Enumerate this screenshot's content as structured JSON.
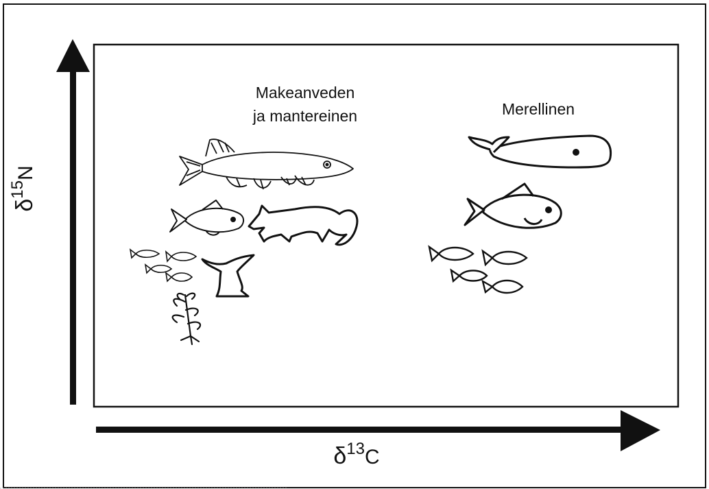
{
  "labels": {
    "freshwater_line1": "Makeanveden",
    "freshwater_line2": "ja mantereinen",
    "marine": "Merellinen"
  },
  "axes": {
    "x": {
      "symbol": "δ",
      "mass": "13",
      "element": "C"
    },
    "y": {
      "symbol": "δ",
      "mass": "15",
      "element": "N"
    }
  },
  "icons": {
    "freshwater": [
      "pike-icon",
      "fish-icon",
      "fox-icon",
      "small-fish-school-icon",
      "hare-icon",
      "plant-icon"
    ],
    "marine": [
      "whale-icon",
      "fish-icon",
      "small-fish-school-icon"
    ]
  }
}
